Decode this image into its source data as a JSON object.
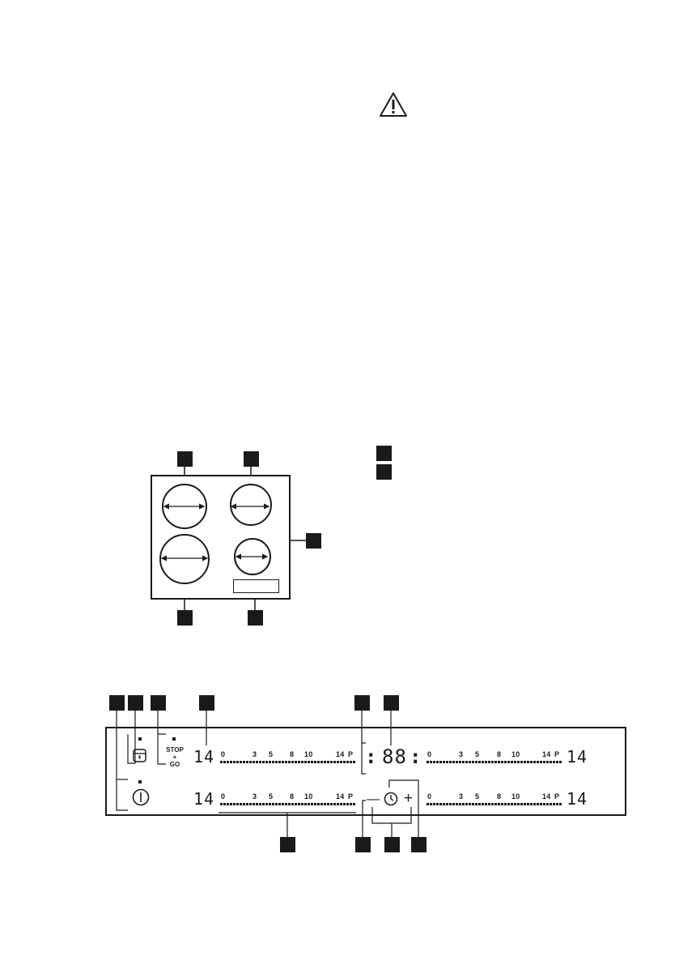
{
  "warning": {
    "icon": "warning-triangle-icon"
  },
  "legend": {
    "items": [
      "",
      ""
    ]
  },
  "hob": {
    "callouts": 5,
    "zones": 4
  },
  "panel": {
    "stop_go_top": "STOP",
    "stop_go_mid": "+",
    "stop_go_bottom": "GO",
    "zone_level_tl": "14",
    "zone_level_tr": "14",
    "zone_level_bl": "14",
    "zone_level_br": "14",
    "timer_display": "88",
    "minus_label": "—",
    "plus_label": "+",
    "scale": [
      "0",
      "3",
      "5",
      "8",
      "10",
      "14",
      "P"
    ]
  }
}
